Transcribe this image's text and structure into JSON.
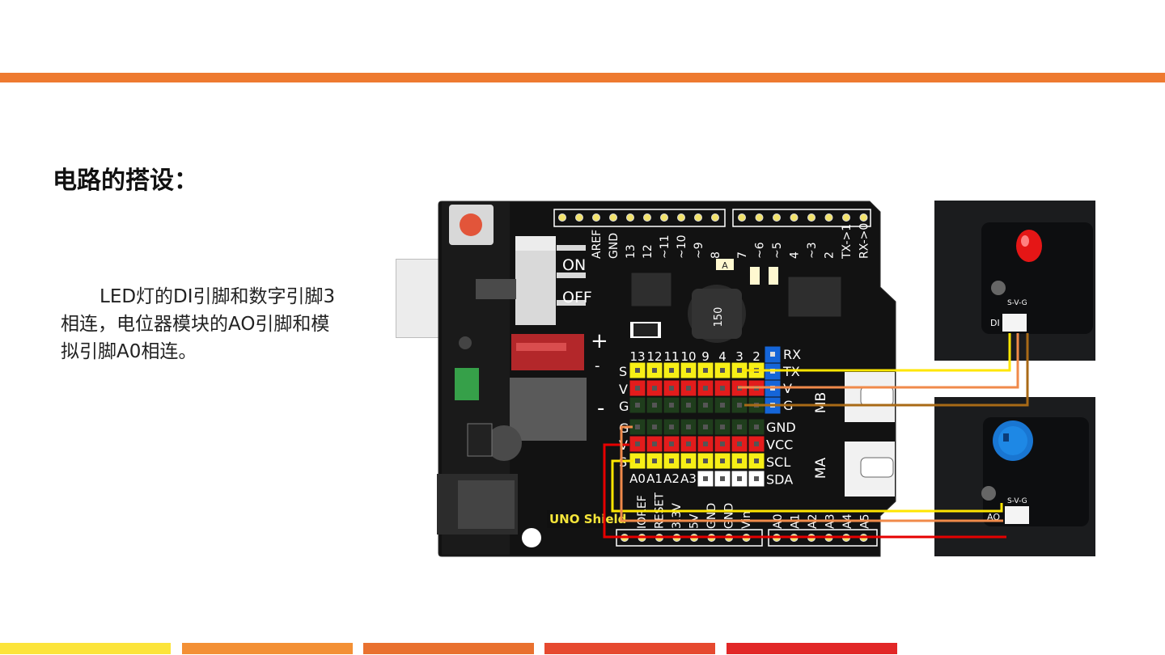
{
  "slide": {
    "title": "电路的搭设：",
    "description": "LED灯的DI引脚和数字引脚3相连，电位器模块的AO引脚和模拟引脚A0相连。",
    "description_visible": "LED灯的DI引脚和数字引脚3\n相连，电位器模块的AO引脚和模\n拟引脚A0相连。"
  },
  "board": {
    "name_label": "UNO Shield",
    "power_switch": {
      "on": "ON",
      "off": "OFF"
    },
    "top_header_left": [
      "AREF",
      "GND",
      "13",
      "12",
      "~11",
      "~10",
      "~9",
      "8"
    ],
    "top_header_right": [
      "7",
      "~6",
      "~5",
      "4",
      "~3",
      "2",
      "TX->1",
      "RX->0"
    ],
    "digital_numbers": [
      "13",
      "12",
      "11",
      "10",
      "9",
      "4",
      "3",
      "2"
    ],
    "digital_row_labels": [
      "S",
      "V",
      "G"
    ],
    "analog_row_labels": [
      "G",
      "V",
      "S"
    ],
    "analog_numbers": [
      "A0",
      "A1",
      "A2",
      "A3"
    ],
    "uart_labels": [
      "RX",
      "TX",
      "V",
      "G"
    ],
    "i2c_labels": [
      "GND",
      "VCC",
      "SCL",
      "SDA"
    ],
    "motor_labels": [
      "MB",
      "MA"
    ],
    "plus_label": "+",
    "minus_label": "-",
    "inductor_label": "150",
    "chip_a_label": "A",
    "power_header": [
      "IOREF",
      "RESET",
      "3.3V",
      "5V",
      "GND",
      "GND",
      "Vin"
    ],
    "analog_header": [
      "A0",
      "A1",
      "A2",
      "A3",
      "A4",
      "A5"
    ]
  },
  "modules": {
    "led": {
      "connector_label": "S-V-G",
      "pin_label": "DI"
    },
    "potentiometer": {
      "connector_label": "S-V-G",
      "pin_label": "AO"
    }
  },
  "colors": {
    "accent_orange": "#ee7a30",
    "board_black": "#131313",
    "pin_yellow": "#f7ef16",
    "pin_red": "#e31c1c",
    "pin_green": "#1f3d1c",
    "pin_blue": "#1565d8",
    "wire_yellow": "#ffe600",
    "wire_red": "#e60000",
    "wire_brown": "#a96a16",
    "wire_orange": "#f08a4a",
    "footer": [
      "#fce43a",
      "#f39035",
      "#e9712f",
      "#e6492f",
      "#e22727"
    ]
  }
}
